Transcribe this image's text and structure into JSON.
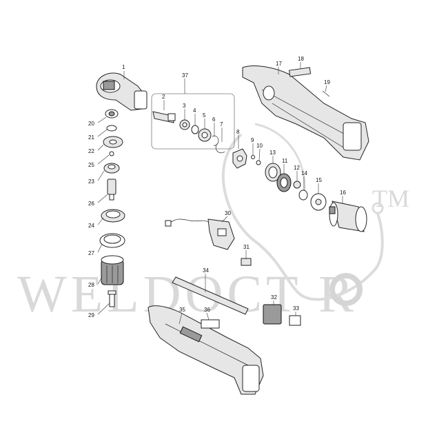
{
  "watermark": {
    "text": "WELDOCT R",
    "trademark": "TM"
  },
  "callouts": [
    "1",
    "2",
    "3",
    "4",
    "5",
    "6",
    "7",
    "8",
    "9",
    "10",
    "11",
    "12",
    "13",
    "14",
    "15",
    "16",
    "17",
    "18",
    "19",
    "20",
    "21",
    "22",
    "23",
    "24",
    "25",
    "26",
    "27",
    "28",
    "29",
    "30",
    "31",
    "32",
    "33",
    "34",
    "35",
    "36",
    "37"
  ]
}
